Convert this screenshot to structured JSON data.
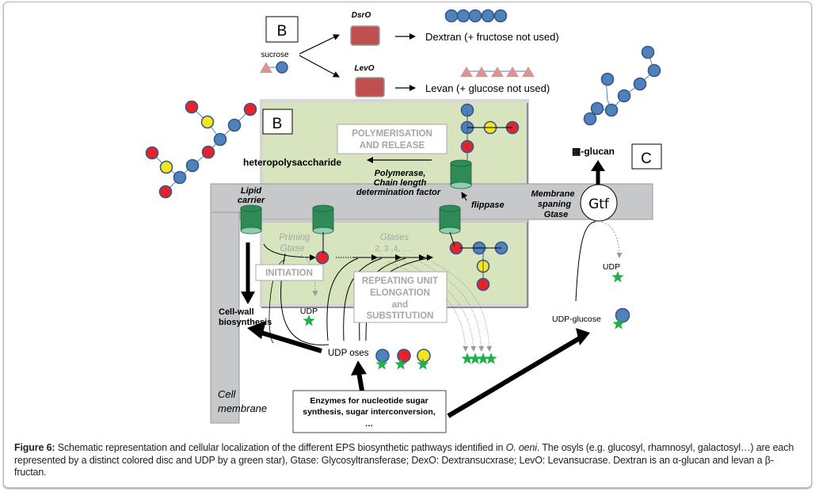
{
  "pathway_a": {
    "panel_label": "B",
    "substrate": "sucrose",
    "enzyme_top": "DsrO",
    "enzyme_bottom": "LevO",
    "product_top": "Dextran  (+ fructose not used)",
    "product_bottom": "Levan (+ glucose not used)"
  },
  "pathway_b": {
    "panel_label": "B",
    "polymerisation_box": [
      "POLYMERISATION",
      "AND RELEASE"
    ],
    "product": "heteropolysaccharide",
    "polymerase_label": [
      "Polymerase,",
      "Chain length",
      "determination factor"
    ],
    "flippase": "flippase",
    "lipid_carrier": [
      "Lipid",
      "carrier"
    ],
    "priming": [
      "Priming",
      "Gtase"
    ],
    "gtases": [
      "Gtases",
      "2, 3 ,4, …"
    ],
    "initiation": "INITIATION",
    "repeating_box": [
      "REPEATING UNIT",
      "ELONGATION",
      "and",
      "SUBSTITUTION"
    ],
    "udp_left": "UDP",
    "cell_wall": [
      "Cell-wall",
      "biosynthesis"
    ],
    "udp_oses": "UDP oses",
    "cell_membrane": [
      "Cell",
      "membrane"
    ],
    "enzymes_box": [
      "Enzymes for nucleotide sugar",
      "synthesis, sugar interconversion,",
      "…"
    ]
  },
  "pathway_c": {
    "panel_label": "C",
    "product": "▩-glucan",
    "membrane_label": [
      "Membrane",
      "spaning",
      "Gtase"
    ],
    "enzyme": "Gtf",
    "udp": "UDP",
    "substrate": "UDP-glucose"
  },
  "legend_colors": {
    "blue_disc": "#4f81bd",
    "red_disc": "#e8222a",
    "yellow_disc": "#f5e51c",
    "disc_outline": "#35588a",
    "udp_star": "#22b04b",
    "enzyme_red": "#c0504d",
    "fructose_triangle": "#d99594",
    "carrier_green": "#2e8b57",
    "cytoplasm_box": "#d7e4bd",
    "membrane_gray": "#c6c8ca"
  },
  "caption": {
    "label": "Figure 6:",
    "text_1": " Schematic representation and cellular localization of the different EPS biosynthetic pathways identified in ",
    "organism": "O. oeni",
    "text_2": ". The osyls (e.g. glucosyl, rhamnosyl, galactosyl…) are each represented by a distinct colored disc and UDP by a green star), Gtase: Glycosyltransferase; DexO: Dextransucxrase; LevO: Levansucrase. Dextran is an α-glucan and levan a β-fructan."
  }
}
